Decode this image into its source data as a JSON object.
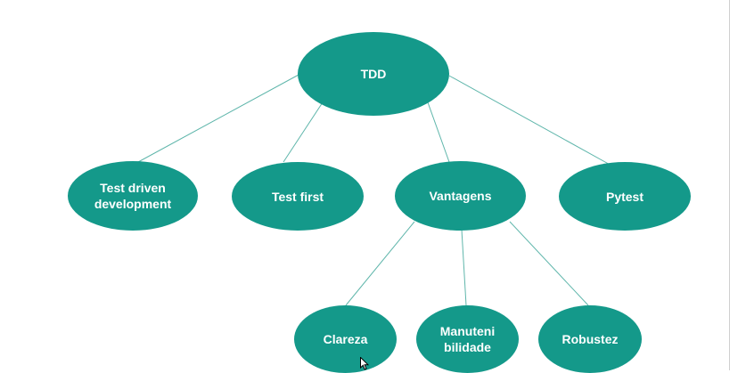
{
  "diagram": {
    "colors": {
      "node_fill": "#14998a",
      "node_text": "#ffffff",
      "edge": "#5fb6ab"
    },
    "root": {
      "label": "TDD"
    },
    "children": [
      {
        "label": "Test driven development"
      },
      {
        "label": "Test first"
      },
      {
        "label": "Vantagens"
      },
      {
        "label": "Pytest"
      }
    ],
    "vantagens_children": [
      {
        "label": "Clareza"
      },
      {
        "label": "Manuteni bilidade"
      },
      {
        "label": "Robustez"
      }
    ]
  },
  "cursor": {
    "icon": "mouse-pointer-icon"
  }
}
